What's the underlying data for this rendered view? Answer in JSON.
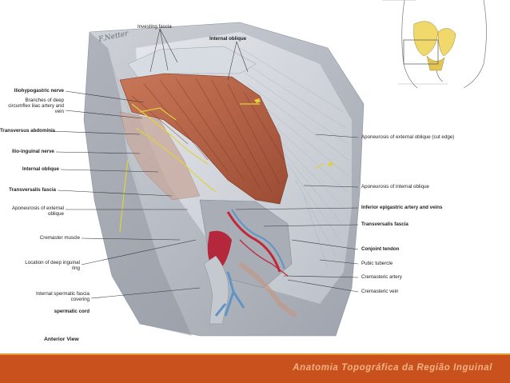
{
  "labels": {
    "investing_fascia": "Investing fascia",
    "internal_oblique_top": "Internal oblique",
    "iliohypogastric": "Iliohypogastric nerve",
    "branches_deep": "Branches of deep circumflex iliac artery and vein",
    "transversus": "Transversus abdominis",
    "ilioinguinal": "Ilio-inguinal nerve",
    "internal_oblique_left": "Internal oblique",
    "transversalis_left": "Transversalis fascia",
    "aponeurosis_ext_left": "Aponeurosis of external oblique",
    "cremaster": "Cremaster muscle",
    "location_ring": "Location of deep inguinal ring",
    "internal_spermatic": "Internal spermatic fascia covering",
    "spermatic_cord": "spermatic cord",
    "anterior_view": "Anterior View",
    "aponeurosis_ext_right": "Aponeurosis of external oblique (cut edge)",
    "aponeurosis_int": "Aponeurosis of internal oblique",
    "inferior_epigastric": "Inferior epigastric artery and veins",
    "transversalis_right": "Transversalis fascia",
    "conjoint": "Conjoint tendon",
    "pubic": "Pubic tubercle",
    "cremasteric_artery": "Cremasteric artery",
    "cremasteric_vein": "Cremasteric vein"
  },
  "signature": "F.Netter",
  "footer": {
    "title": "Anatomia Topográfica da Região Inguinal"
  },
  "colors": {
    "footer_bar": "#c8511e",
    "footer_stripe": "#e89a3a",
    "footer_text": "#f4b183",
    "muscle": "#b9664a",
    "fascia": "#d8dbe1",
    "artery": "#c0283a",
    "vein": "#5f95c6",
    "nerve": "#e0d23a"
  }
}
